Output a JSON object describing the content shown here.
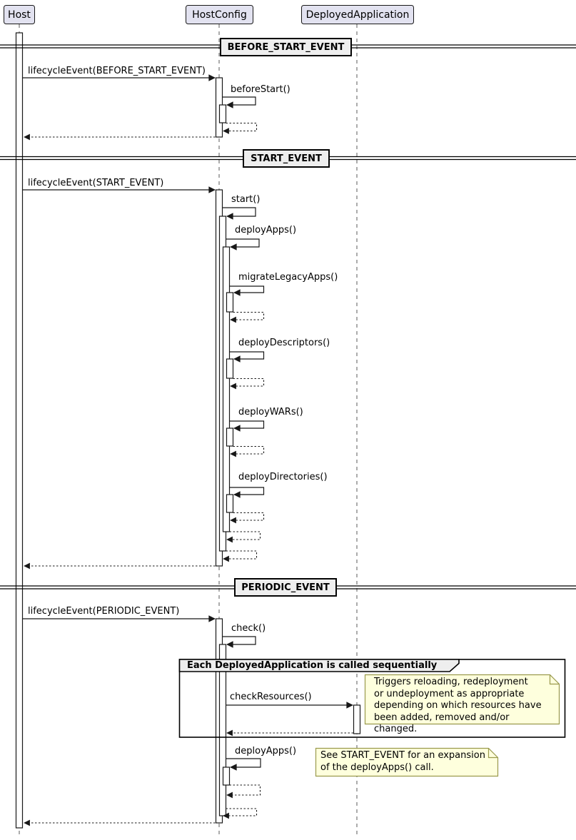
{
  "participants": [
    {
      "name": "Host"
    },
    {
      "name": "HostConfig"
    },
    {
      "name": "DeployedApplication"
    }
  ],
  "dividers": [
    {
      "label": "BEFORE_START_EVENT"
    },
    {
      "label": "START_EVENT"
    },
    {
      "label": "PERIODIC_EVENT"
    }
  ],
  "group": {
    "label": "Each DeployedApplication is called sequentially"
  },
  "messages": {
    "lifecycle_before_start": "lifecycleEvent(BEFORE_START_EVENT)",
    "before_start": "beforeStart()",
    "lifecycle_start": "lifecycleEvent(START_EVENT)",
    "start": "start()",
    "deploy_apps": "deployApps()",
    "migrate_legacy_apps": "migrateLegacyApps()",
    "deploy_descriptors": "deployDescriptors()",
    "deploy_wars": "deployWARs()",
    "deploy_directories": "deployDirectories()",
    "lifecycle_periodic": "lifecycleEvent(PERIODIC_EVENT)",
    "check": "check()",
    "check_resources": "checkResources()",
    "deploy_apps_periodic": "deployApps()"
  },
  "notes": {
    "check_resources_note": "Triggers reloading, redeployment\nor undeployment as appropriate\ndepending on which resources have\nbeen added, removed and/or changed.",
    "deploy_apps_note": "See START_EVENT for an expansion\nof the deployApps() call."
  },
  "colors": {
    "participant_fill": "#E2E2F0",
    "participant_border": "#181818",
    "divider_fill": "#EEEEEE",
    "note_fill": "#FEFFDD",
    "note_border": "#9A9A4D",
    "frame_border": "#000000",
    "line_color": "#181818",
    "lifeline_color": "#5A5A5A",
    "background": "#FFFFFF"
  }
}
